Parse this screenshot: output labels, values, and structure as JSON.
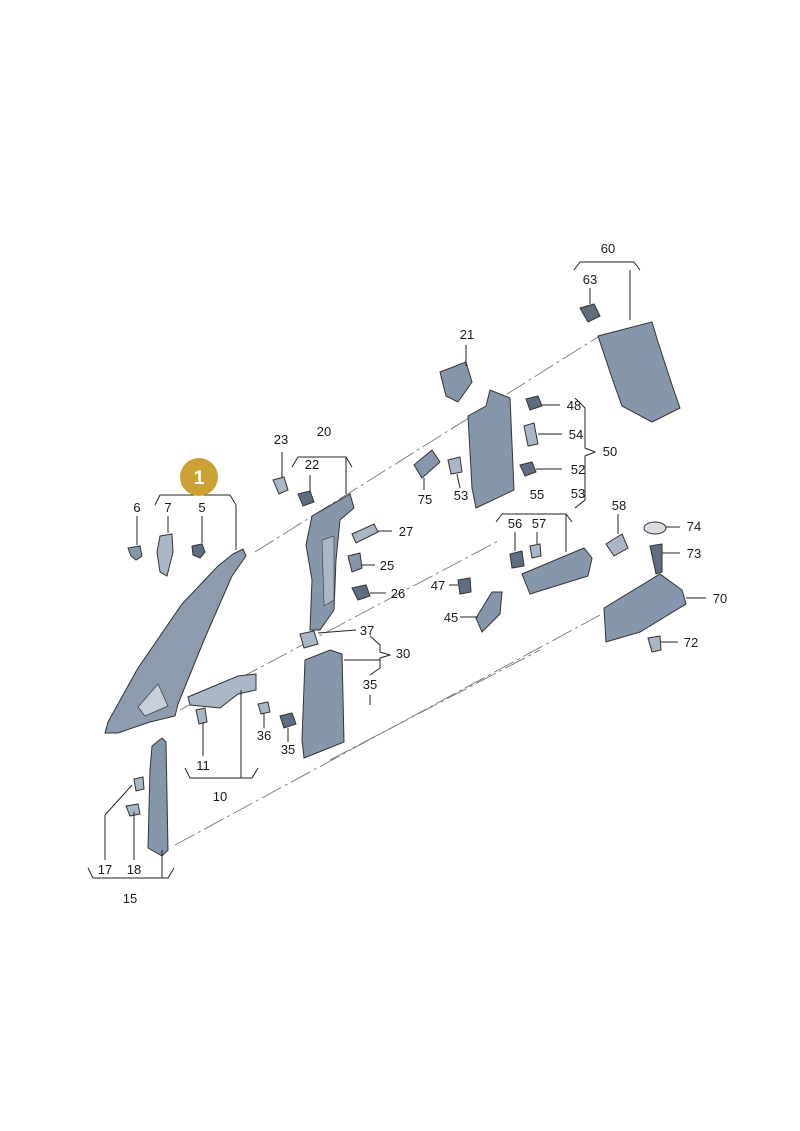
{
  "highlight": {
    "number": "1",
    "color": "#c9a233"
  },
  "labels": {
    "l6": "6",
    "l7": "7",
    "l5": "5",
    "l23": "23",
    "l22": "22",
    "l20": "20",
    "l27": "27",
    "l25": "25",
    "l26": "26",
    "l37": "37",
    "l30": "30",
    "l35a": "35",
    "l35b": "35",
    "l36": "36",
    "l11": "11",
    "l10": "10",
    "l17": "17",
    "l18": "18",
    "l15": "15",
    "l21": "21",
    "l75": "75",
    "l53a": "53",
    "l53b": "53",
    "l48": "48",
    "l54": "54",
    "l52": "52",
    "l50": "50",
    "l55": "55",
    "l56": "56",
    "l57": "57",
    "l47": "47",
    "l45": "45",
    "l60": "60",
    "l63": "63",
    "l58": "58",
    "l74": "74",
    "l73": "73",
    "l70": "70",
    "l72": "72"
  },
  "colors": {
    "part_fill": "#8797ab",
    "part_light": "#a9b6c6",
    "part_dark": "#5f6d80"
  }
}
